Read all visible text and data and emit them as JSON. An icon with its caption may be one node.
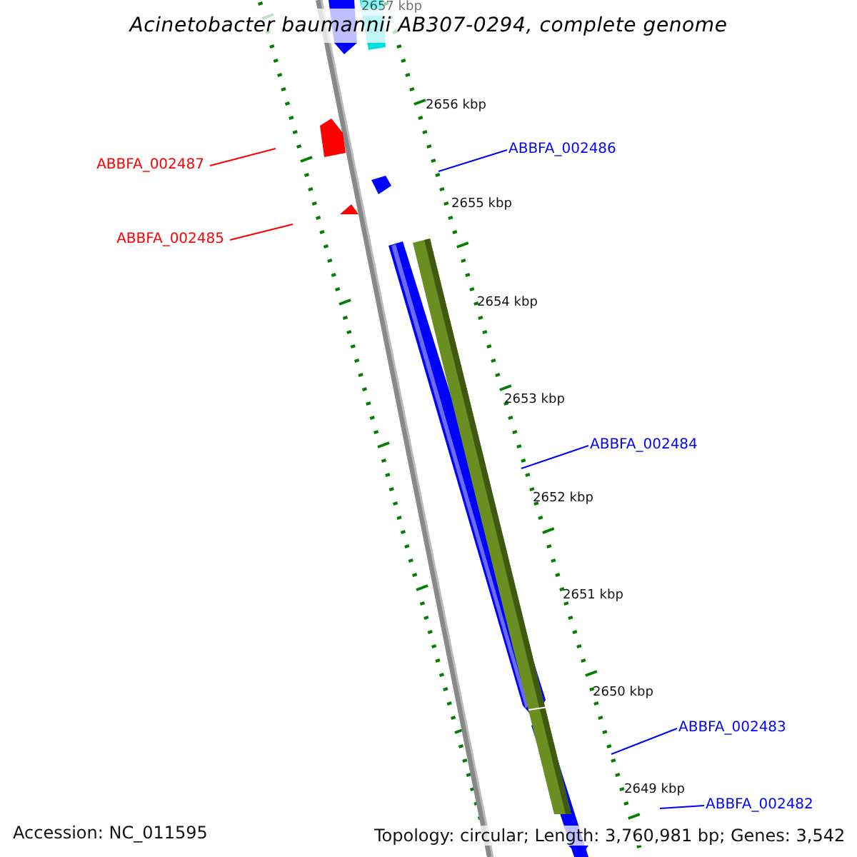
{
  "diagram": {
    "title": "Acinetobacter baumannii AB307-0294, complete genome",
    "nodes": [
      {
        "text": [
          "ABBFA_002486"
        ]
      },
      {
        "text": [
          "ABBFA_002487"
        ]
      },
      {
        "text": [
          "ABBFA_002485"
        ]
      },
      {
        "text": [
          "ABBFA_002484"
        ]
      },
      {
        "text": [
          "ABBFA_002483"
        ]
      },
      {
        "text": [
          "ABBFA_002482"
        ]
      }
    ],
    "edges": [
      {
        "from": 0,
        "to": null,
        "arrow": "none",
        "color": "#0000ff"
      },
      {
        "from": 1,
        "to": null,
        "arrow": "none",
        "color": "#ff0000"
      },
      {
        "from": 2,
        "to": null,
        "arrow": "none",
        "color": "#ff0000"
      },
      {
        "from": 3,
        "to": null,
        "arrow": "none",
        "color": "#0000ff"
      },
      {
        "from": 4,
        "to": null,
        "arrow": "none",
        "color": "#0000ff"
      },
      {
        "from": 5,
        "to": null,
        "arrow": "none",
        "color": "#0000ff"
      }
    ],
    "labels": [
      "2657 kbp",
      "2656 kbp",
      "2655 kbp",
      "2654 kbp",
      "2653 kbp",
      "2652 kbp",
      "2651 kbp",
      "2650 kbp",
      "2649 kbp",
      "Accession: NC_011595",
      "Topology: circular; Length: 3,760,981 bp; Genes: 3,542"
    ]
  }
}
